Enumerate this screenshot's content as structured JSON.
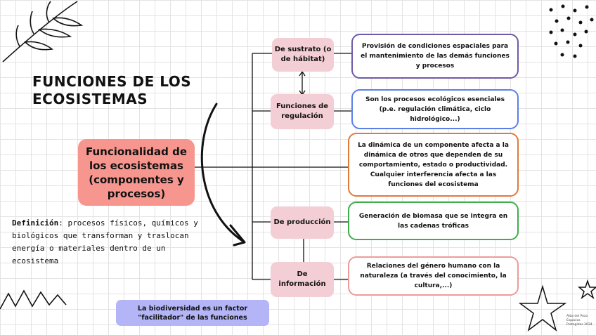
{
  "title": "FUNCIONES DE LOS ECOSISTEMAS",
  "central": "Funcionalidad de los ecosistemas (componentes y procesos)",
  "definition": {
    "term": "Definición",
    "text": ": procesos físicos, químicos y biológicos que transforman y traslocan energía o materiales dentro de un ecosistema"
  },
  "functions": [
    {
      "label": "De sustrato (o de hábitat)",
      "description": "Provisión de condiciones espaciales para el mantenimiento de las demás funciones y procesos",
      "border": "#6e5aa6"
    },
    {
      "label": "Funciones de regulación",
      "description": "Son los procesos ecológicos esenciales (p.e. regulación climática, ciclo hidrológico...)",
      "border": "#5b7fe6"
    },
    {
      "label": "",
      "description": "La dinámica de un componente afecta a la dinámica de otros que dependen de su comportamiento, estado o productividad. Cualquier interferencia afecta a las funciones del ecosistema",
      "border": "#e07a3a"
    },
    {
      "label": "De producción",
      "description": "Generación de biomasa que se integra en las cadenas tróficas",
      "border": "#3fae4a"
    },
    {
      "label": "De información",
      "description": "Relaciones del género humano con la naturaleza (a través del conocimiento, la cultura,...)",
      "border": "#ee9a9a"
    }
  ],
  "note": "La biodiversidad es un factor \"facilitador\" de las funciones",
  "credit": "Alba del Pozo Espacios Protegidos 2024"
}
